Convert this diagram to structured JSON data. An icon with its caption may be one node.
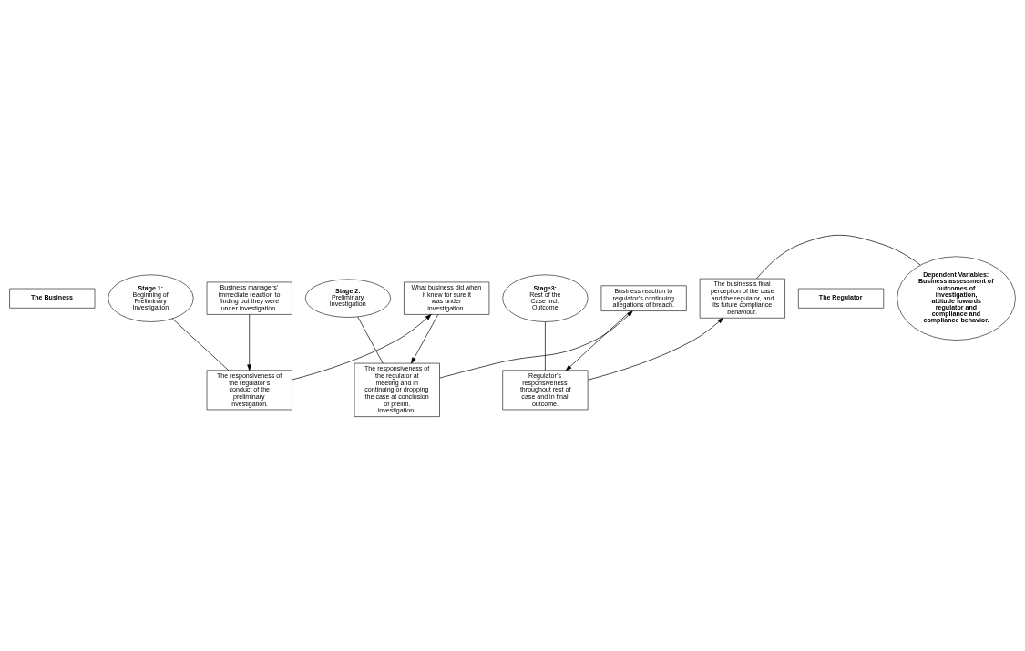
{
  "diagram": {
    "nodes": [
      {
        "text": [
          "The Business"
        ]
      },
      {
        "text": [
          "The Regulator"
        ]
      },
      {
        "text": [
          "Stage 1:",
          "Beginning of Preliminary Investigation"
        ]
      },
      {
        "text": [
          "Stage 2:",
          "Preliminary Investigation"
        ]
      },
      {
        "text": [
          "Stage3:",
          "Rest of the Case incl. Outcome"
        ]
      },
      {
        "text": [
          "Business managers’ immediate reaction to finding out they were under investigation."
        ]
      },
      {
        "text": [
          "What business did when it knew for sure it was under investigation."
        ]
      },
      {
        "text": [
          "Business reaction to regulator’s continuing allegations of breach."
        ]
      },
      {
        "text": [
          "The business’s final perception of the case and the regulator, and its future compliance behaviour."
        ]
      },
      {
        "text": [
          "The responsiveness of the regulator’s conduct of the preliminary investigation."
        ]
      },
      {
        "text": [
          "The responsiveness of the regulator at meeting and in continuing or dropping the case at conclusion of prelim. investigation."
        ]
      },
      {
        "text": [
          "Regulator’s responsiveness throughout rest of case and in final outcome."
        ]
      },
      {
        "text": [
          "Dependent Variables: Business assessment of outcomes of investigation, attitude towards regulator and compliance and compliance behavior."
        ]
      }
    ],
    "edges": [
      {
        "from": 5,
        "to": 9,
        "arrow": "to"
      },
      {
        "from": 9,
        "to": 6,
        "arrow": "to"
      },
      {
        "from": 6,
        "to": 10,
        "arrow": "to"
      },
      {
        "from": 10,
        "to": 7,
        "arrow": "to"
      },
      {
        "from": 7,
        "to": 11,
        "arrow": "to"
      },
      {
        "from": 11,
        "to": 8,
        "arrow": "to"
      },
      {
        "from": 2,
        "to": 9,
        "arrow": "none"
      },
      {
        "from": 3,
        "to": 10,
        "arrow": "none"
      },
      {
        "from": 4,
        "to": 11,
        "arrow": "none"
      },
      {
        "from": 12,
        "to": 8,
        "arrow": "none"
      }
    ]
  }
}
